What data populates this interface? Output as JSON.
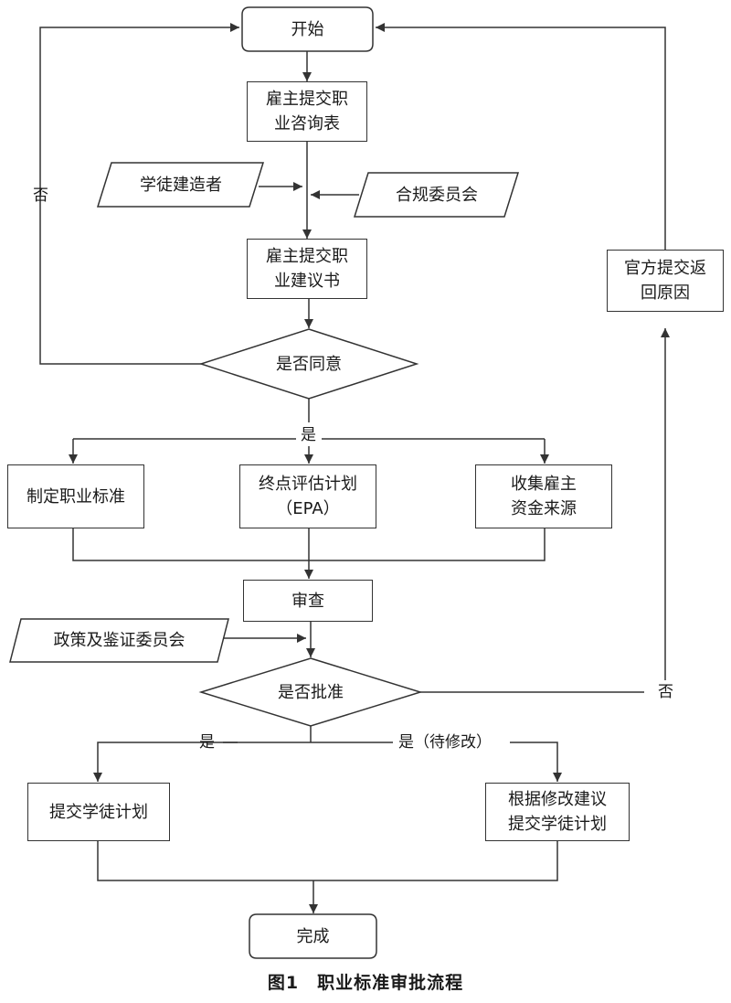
{
  "nodes": {
    "start": "开始",
    "employer_form": "雇主提交职\n业咨询表",
    "apprentice_builder": "学徒建造者",
    "compliance_committee": "合规委员会",
    "employer_proposal": "雇主提交职\n业建议书",
    "agree_decision": "是否同意",
    "set_standard": "制定职业标准",
    "epa_plan": "终点评估计划\n（EPA）",
    "collect_funding": "收集雇主\n资金来源",
    "review": "审查",
    "policy_committee": "政策及鉴证委员会",
    "approve_decision": "是否批准",
    "submit_plan": "提交学徒计划",
    "revise_submit": "根据修改建议\n提交学徒计划",
    "official_return": "官方提交返\n回原因",
    "done": "完成"
  },
  "edge_labels": {
    "agree_no": "否",
    "agree_yes": "是",
    "approve_yes": "是",
    "approve_revise": "是（待修改）",
    "approve_no": "否"
  },
  "caption": "图1　职业标准审批流程"
}
